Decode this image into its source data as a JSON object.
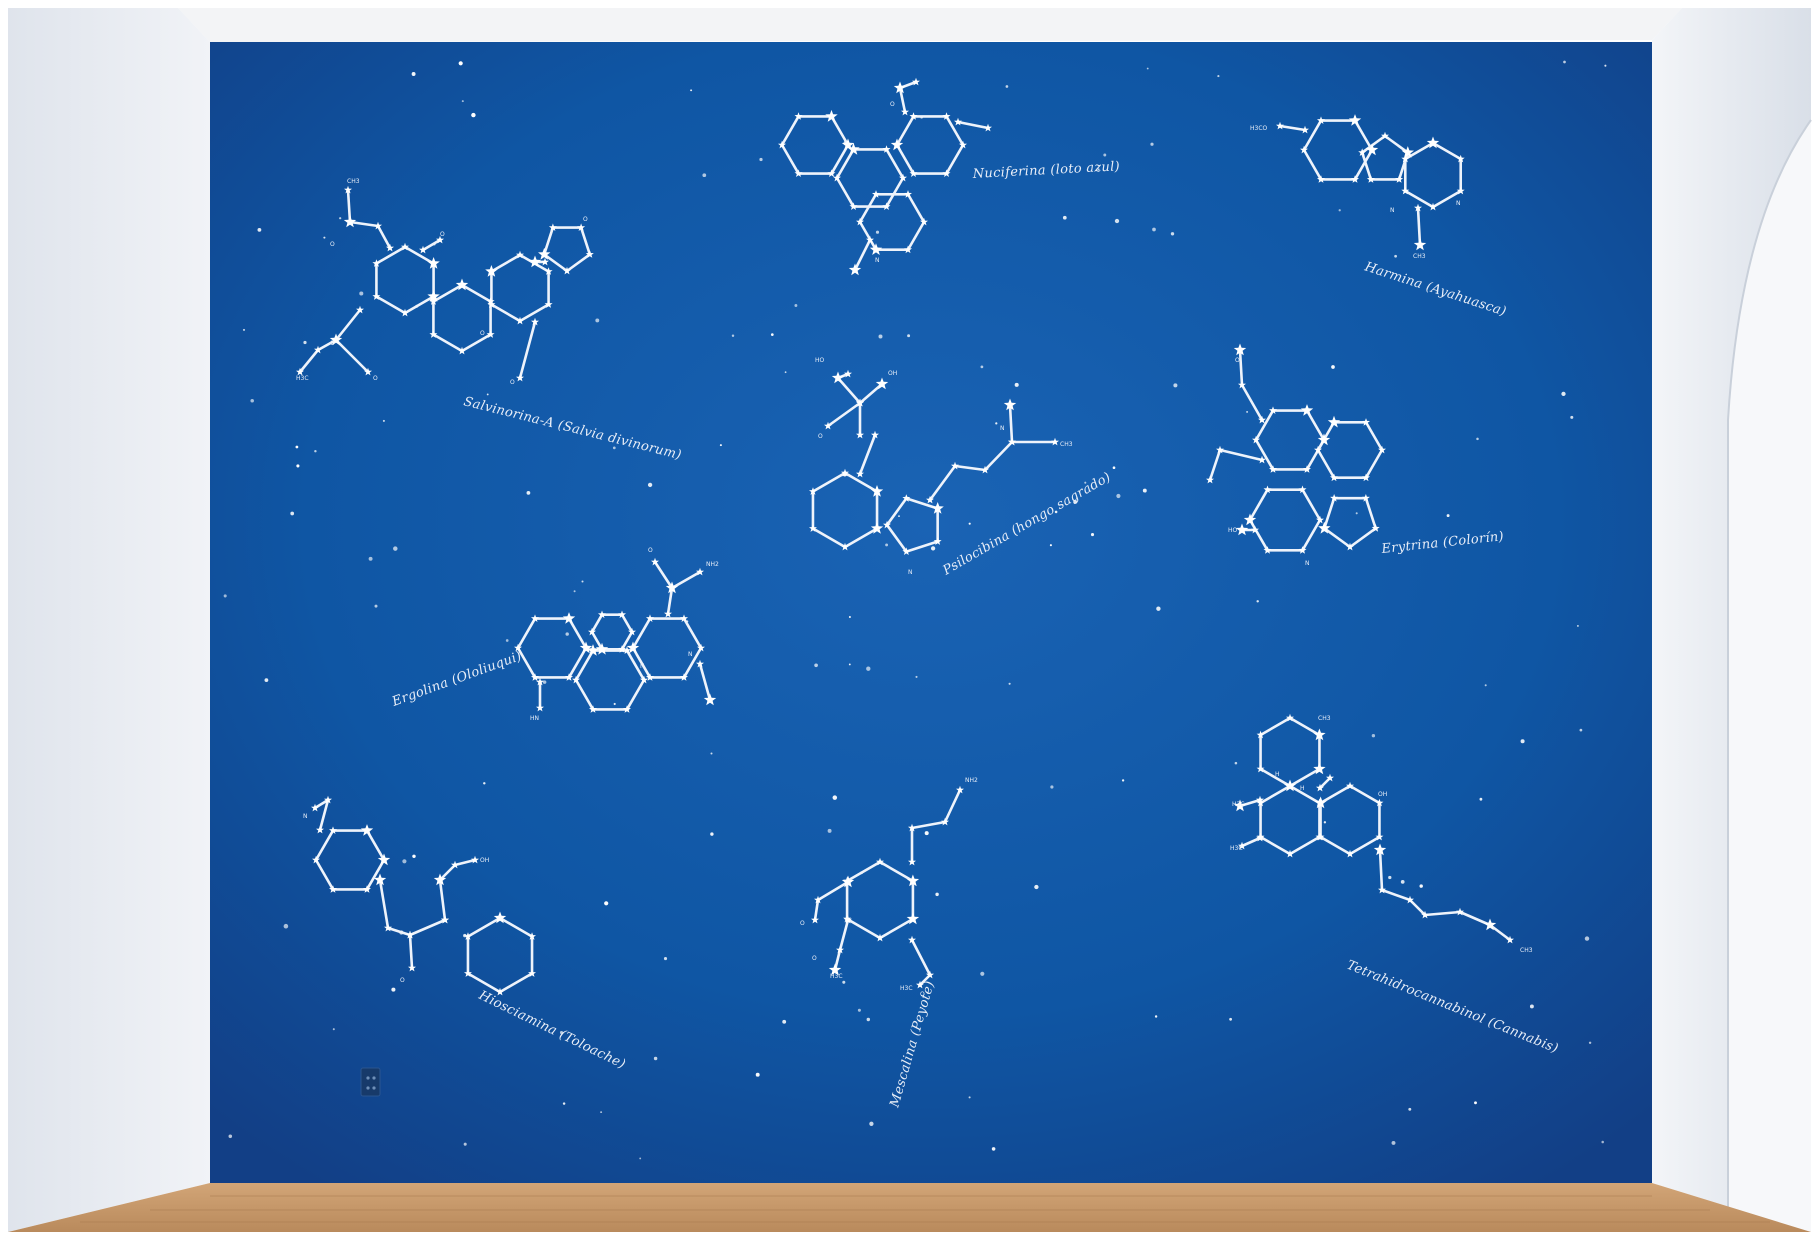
{
  "colors": {
    "wall": "#0d4f9c",
    "wall_light": "#1a63b4",
    "wall_dark": "#0a3d7c",
    "side_walls": "#e9ecf1",
    "ceiling": "#f2f3f5",
    "floor": "#c99a6b",
    "floor_dark": "#a97b50",
    "chalk": "#eef3fb"
  },
  "molecules": [
    {
      "label": "Salvinorina-A (Salvia divinorum)",
      "atoms": [
        "CH3",
        "O",
        "O",
        "O",
        "H3C",
        "O",
        "O",
        "O",
        "O"
      ]
    },
    {
      "label": "Nuciferina (loto azul)",
      "atoms": [
        "O",
        "N"
      ]
    },
    {
      "label": "Harmina (Ayahuasca)",
      "atoms": [
        "H3CO",
        "N",
        "N",
        "CH3"
      ]
    },
    {
      "label": "Psilocibina (hongo sagrado)",
      "atoms": [
        "HO",
        "OH",
        "O",
        "N",
        "CH3",
        "N"
      ]
    },
    {
      "label": "Erytrina (Colorín)",
      "atoms": [
        "HO",
        "O",
        "N"
      ]
    },
    {
      "label": "Ergolina (Ololiuqui)",
      "atoms": [
        "NH2",
        "O",
        "N",
        "N",
        "HN"
      ]
    },
    {
      "label": "Hiosciamina (Toloache)",
      "atoms": [
        "N",
        "OH",
        "O"
      ]
    },
    {
      "label": "Mescalina (Peyote)",
      "atoms": [
        "NH2",
        "O",
        "O",
        "H3C",
        "O",
        "H3C"
      ]
    },
    {
      "label": "Tetrahidrocannabinol (Cannabis)",
      "atoms": [
        "CH3",
        "H",
        "H",
        "OH",
        "H3C",
        "H3C",
        "CH3"
      ]
    }
  ]
}
